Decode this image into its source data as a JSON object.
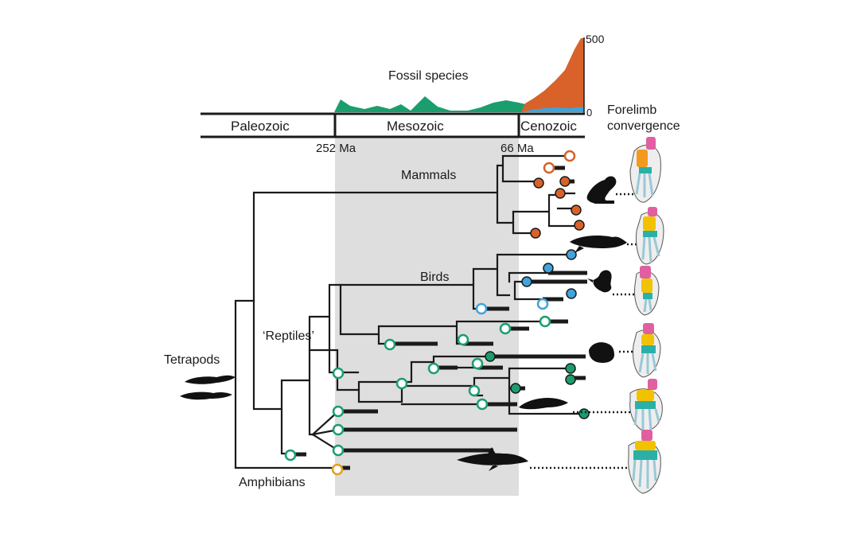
{
  "top_chart": {
    "title": "Fossil species",
    "axis_max": "500",
    "axis_min": "0",
    "colors": {
      "green": "#1a9e6e",
      "orange": "#d8622a",
      "blue": "#3fa3dc"
    }
  },
  "timescale": {
    "eras": [
      "Paleozoic",
      "Mesozoic",
      "Cenozoic"
    ],
    "boundaries": [
      "252 Ma",
      "66 Ma"
    ]
  },
  "forelimb_header": [
    "Forelimb",
    "convergence"
  ],
  "clades": {
    "mammals": "Mammals",
    "birds": "Birds",
    "reptiles": "‘Reptiles’",
    "tetrapods": "Tetrapods",
    "amphibians": "Amphibians"
  },
  "node_colors": {
    "mammal": "#d8622a",
    "bird": "#3fa3dc",
    "reptile": "#1a9e6e",
    "amphibian": "#e0a020"
  },
  "silhouettes": [
    "sea-lion",
    "whale",
    "penguin",
    "sea-turtle",
    "ichthyosaur",
    "plesiosaur",
    "tetrapod-ancestors"
  ],
  "forelimb_bone_colors": {
    "humerus": "#e05fa0",
    "radius": "#f2c200",
    "ulna": "#f29a1e",
    "carpals": "#2ab0a8",
    "digits": "#bfe3ea"
  }
}
